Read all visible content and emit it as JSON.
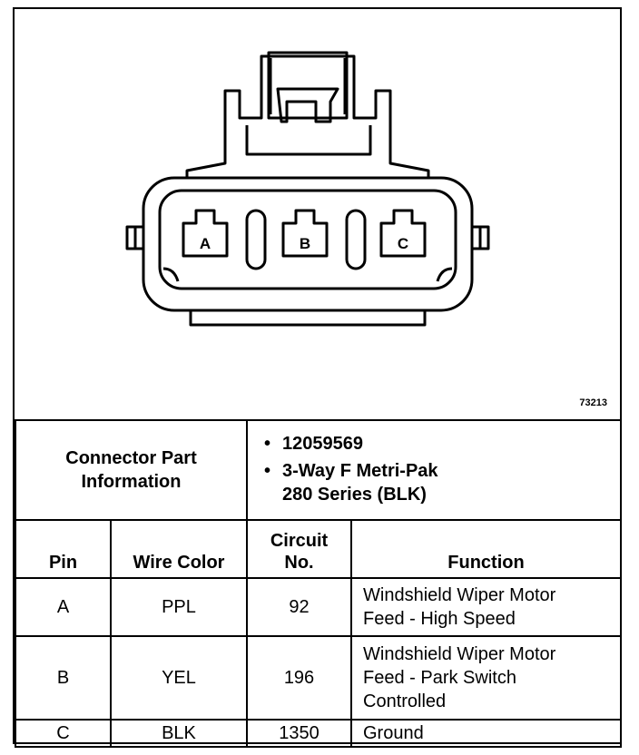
{
  "figure_number": "73213",
  "connector": {
    "pin_labels": [
      "A",
      "B",
      "C"
    ]
  },
  "part_info": {
    "label_line1": "Connector Part",
    "label_line2": "Information",
    "items": [
      {
        "line1": "12059569",
        "line2": ""
      },
      {
        "line1": "3-Way F Metri-Pak",
        "line2": "280 Series (BLK)"
      }
    ]
  },
  "columns": {
    "pin": "Pin",
    "wire_color": "Wire Color",
    "circuit_line1": "Circuit",
    "circuit_line2": "No.",
    "function": "Function"
  },
  "rows": [
    {
      "pin": "A",
      "wire_color": "PPL",
      "circuit": "92",
      "function": [
        "Windshield Wiper Motor",
        "Feed - High Speed"
      ]
    },
    {
      "pin": "B",
      "wire_color": "YEL",
      "circuit": "196",
      "function": [
        "Windshield Wiper Motor",
        "Feed - Park Switch",
        "Controlled"
      ]
    },
    {
      "pin": "C",
      "wire_color": "BLK",
      "circuit": "1350",
      "function": [
        "Ground"
      ]
    }
  ]
}
